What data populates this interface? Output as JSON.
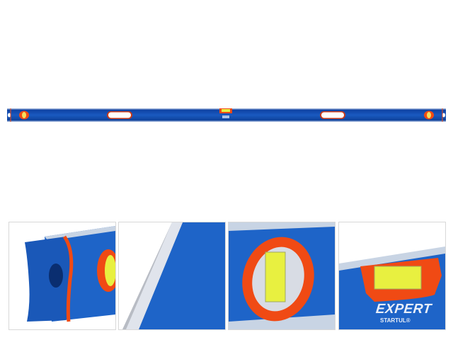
{
  "product": {
    "brand_label": "EXPERT",
    "maker_label": "STARTUL®"
  },
  "colors": {
    "body_blue": "#1450b4",
    "accent_orange": "#f04a14",
    "vial_yellow": "#e8f040"
  },
  "thumbnails": [
    {
      "name": "end-cap-view"
    },
    {
      "name": "milled-edge-view"
    },
    {
      "name": "vertical-vial-view"
    },
    {
      "name": "top-vial-view"
    }
  ]
}
